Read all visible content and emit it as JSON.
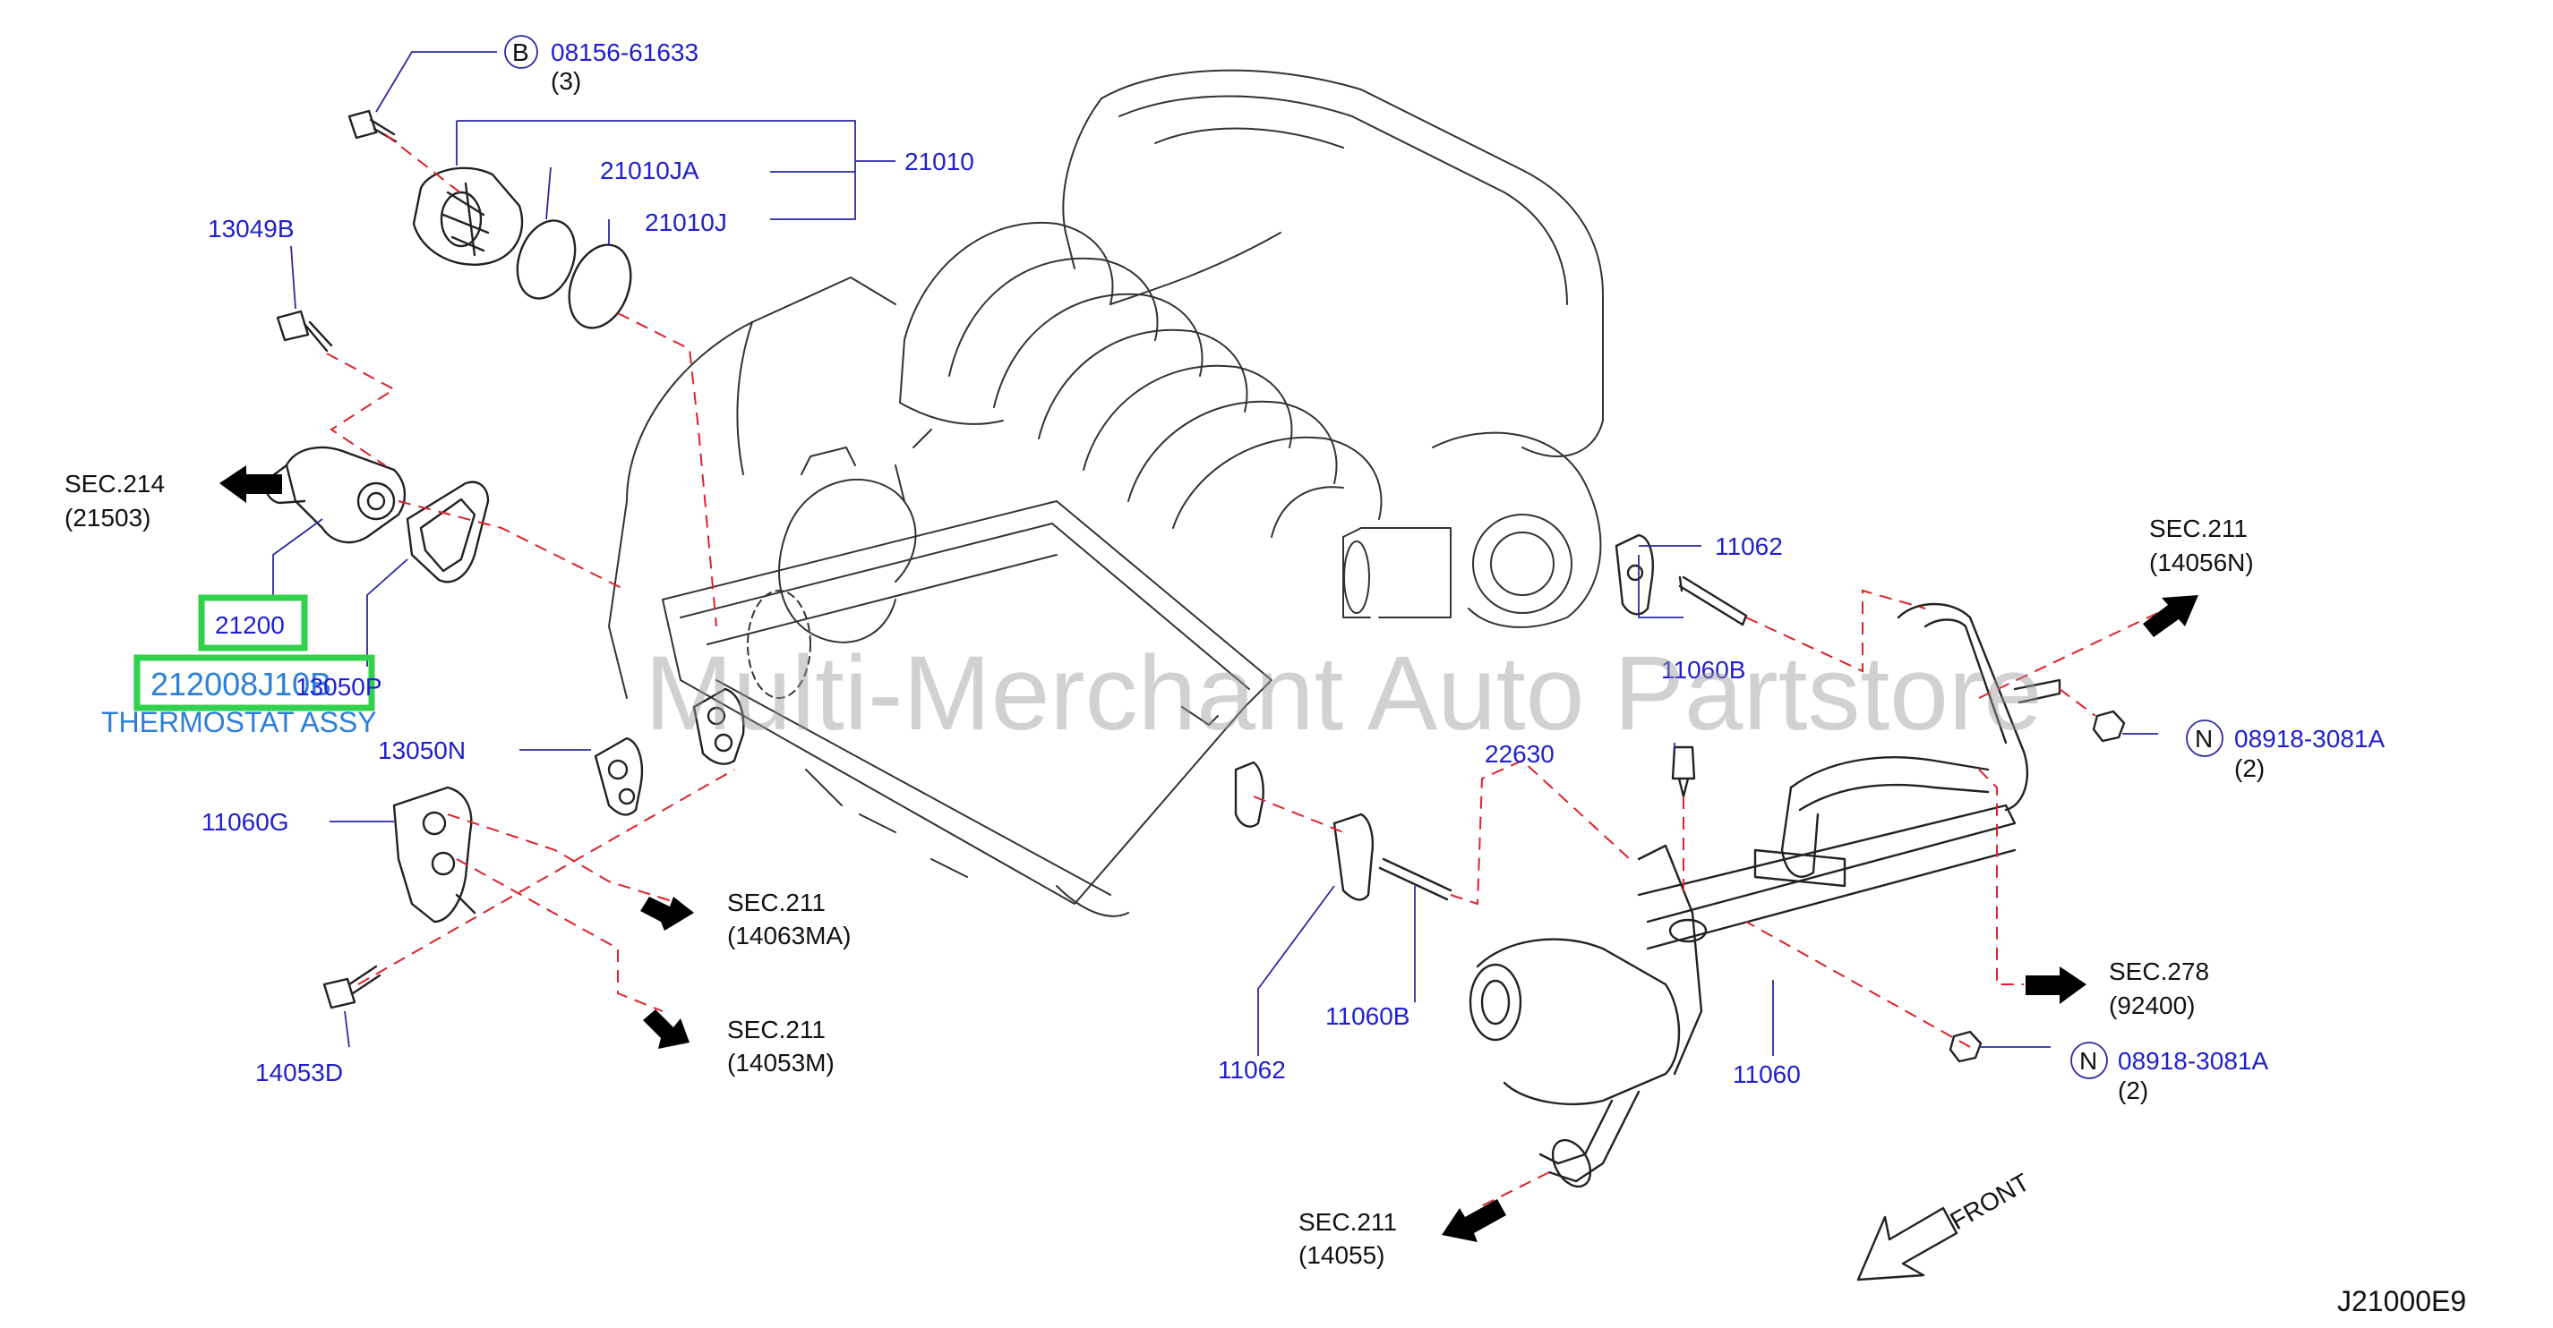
{
  "diagram": {
    "code": "J21000E9",
    "watermark": "Multi-Merchant Auto Partstore",
    "highlight_color": "#2fd24a",
    "label_color": "#1f1fd0",
    "dash_color": "#e0202a"
  },
  "parts": {
    "p08156": {
      "prefix": "B",
      "number": "08156-61633",
      "qty": "(3)"
    },
    "p21010": {
      "number": "21010"
    },
    "p21010JA": {
      "number": "21010JA"
    },
    "p21010J": {
      "number": "21010J"
    },
    "p13049B": {
      "number": "13049B"
    },
    "p21200": {
      "number": "21200"
    },
    "p212008J": {
      "number": "212008J10B"
    },
    "p13050P": {
      "number": "13050P"
    },
    "thermostat": {
      "name": "THERMOSTAT ASSY"
    },
    "p13050N": {
      "number": "13050N"
    },
    "p11060G": {
      "number": "11060G"
    },
    "p14053D": {
      "number": "14053D"
    },
    "p11062a": {
      "number": "11062"
    },
    "p11060Ba": {
      "number": "11060B"
    },
    "p22630": {
      "number": "22630"
    },
    "p08918a": {
      "prefix": "N",
      "number": "08918-3081A",
      "qty": "(2)"
    },
    "p11060Bb": {
      "number": "11060B"
    },
    "p11062b": {
      "number": "11062"
    },
    "p11060": {
      "number": "11060"
    },
    "p08918b": {
      "prefix": "N",
      "number": "08918-3081A",
      "qty": "(2)"
    }
  },
  "sections": {
    "sec214": {
      "title": "SEC.214",
      "ref": "(21503)"
    },
    "sec211_14056N": {
      "title": "SEC.211",
      "ref": "(14056N)"
    },
    "sec211_14063MA": {
      "title": "SEC.211",
      "ref": "(14063MA)"
    },
    "sec211_14053M": {
      "title": "SEC.211",
      "ref": "(14053M)"
    },
    "sec278": {
      "title": "SEC.278",
      "ref": "(92400)"
    },
    "sec211_14055": {
      "title": "SEC.211",
      "ref": "(14055)"
    }
  },
  "front": {
    "label": "FRONT"
  }
}
